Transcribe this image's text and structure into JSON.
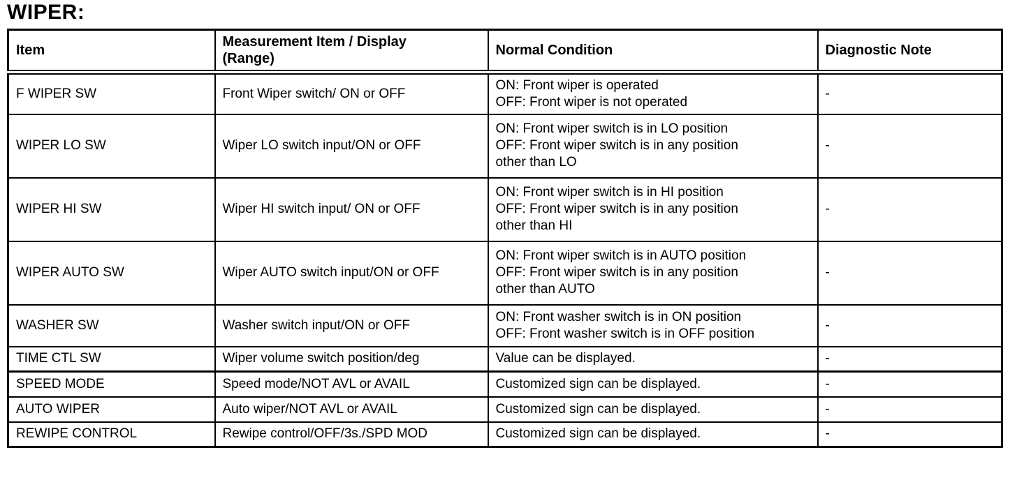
{
  "page_title": "WIPER:",
  "table": {
    "headers": {
      "item": "Item",
      "measurement": "Measurement Item / Display\n(Range)",
      "normal": "Normal Condition",
      "note": "Diagnostic Note"
    },
    "rows": [
      {
        "item": "F WIPER SW",
        "measurement": "Front Wiper switch/ ON or OFF",
        "normal": "ON: Front wiper is operated\nOFF: Front wiper is not operated",
        "note": "-"
      },
      {
        "item": "WIPER LO SW",
        "measurement": "Wiper LO switch input/ON or OFF",
        "normal": "ON: Front wiper switch is in LO position\nOFF: Front wiper switch is in any position\nother than LO",
        "note": "-"
      },
      {
        "item": "WIPER HI SW",
        "measurement": "Wiper HI switch input/ ON or OFF",
        "normal": "ON: Front wiper switch is in HI position\nOFF: Front wiper switch is in any position\nother than HI",
        "note": "-"
      },
      {
        "item": "WIPER AUTO SW",
        "measurement": "Wiper AUTO switch input/ON or OFF",
        "normal": "ON: Front wiper switch is in AUTO position\nOFF: Front wiper switch is in any position\nother than AUTO",
        "note": "-"
      },
      {
        "item": "WASHER SW",
        "measurement": "Washer switch input/ON or OFF",
        "normal": "ON: Front washer switch is in ON position\nOFF: Front washer switch is in OFF position",
        "note": "-"
      },
      {
        "item": "TIME CTL SW",
        "measurement": "Wiper volume switch position/deg",
        "normal": "Value can be displayed.",
        "note": "-"
      },
      {
        "item": "SPEED MODE",
        "measurement": "Speed mode/NOT AVL or AVAIL",
        "normal": "Customized sign can be displayed.",
        "note": "-"
      },
      {
        "item": "AUTO WIPER",
        "measurement": "Auto wiper/NOT AVL or AVAIL",
        "normal": "Customized sign can be displayed.",
        "note": "-"
      },
      {
        "item": "REWIPE CONTROL",
        "measurement": "Rewipe control/OFF/3s./SPD MOD",
        "normal": "Customized sign can be displayed.",
        "note": "-"
      }
    ]
  }
}
